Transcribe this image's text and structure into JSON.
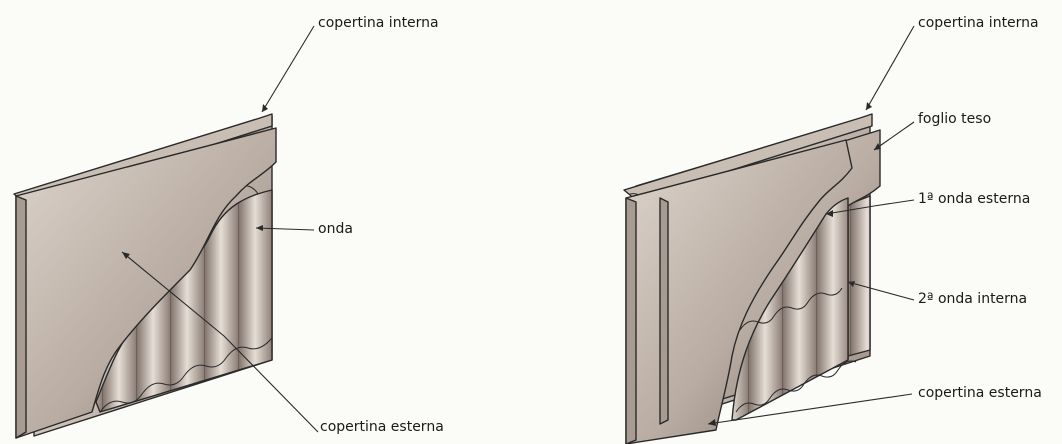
{
  "left_diagram": {
    "labels": {
      "inner_liner": "copertina interna",
      "flute": "onda",
      "outer_liner": "copertina esterna"
    }
  },
  "right_diagram": {
    "labels": {
      "inner_liner": "copertina interna",
      "middle_sheet": "foglio teso",
      "outer_flute_1": "1ª onda esterna",
      "inner_flute_2": "2ª onda interna",
      "outer_liner": "copertina esterna"
    }
  },
  "colors": {
    "board_light": "#d8cfc6",
    "board_dark": "#8f8178",
    "outline": "#2a2a2a",
    "background": "#fbfbf8"
  }
}
